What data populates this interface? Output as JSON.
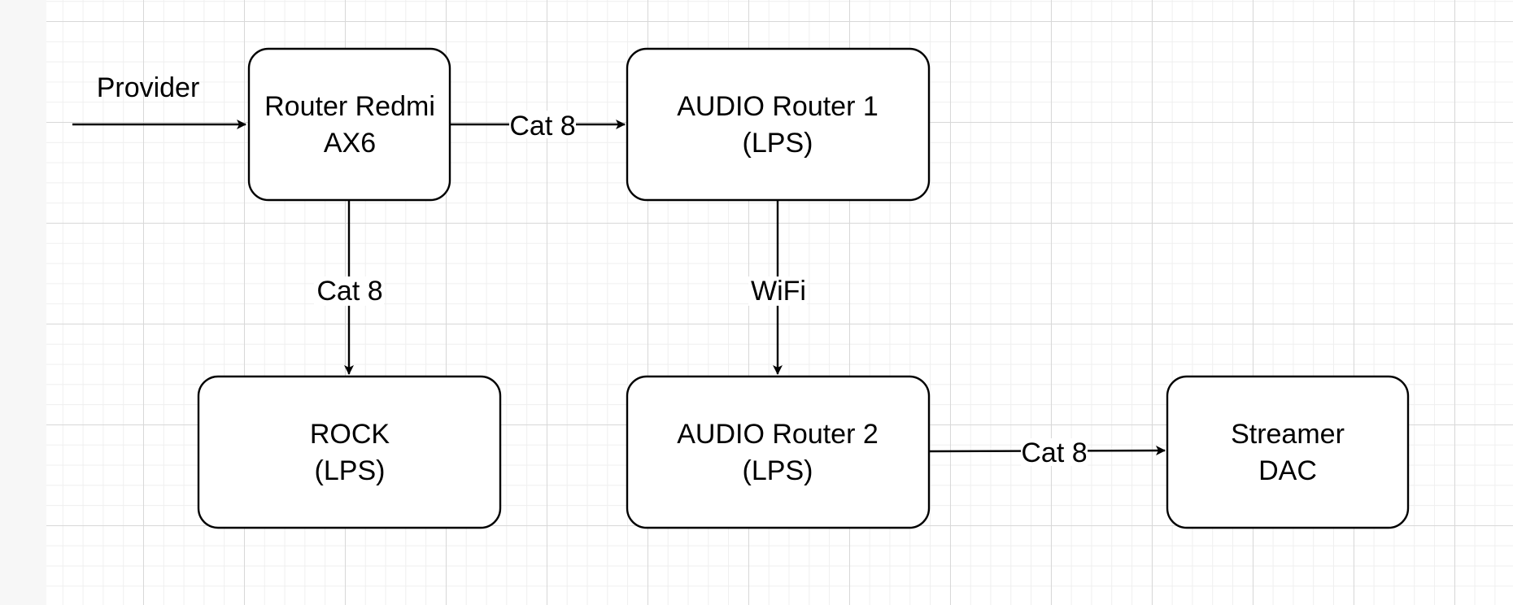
{
  "nodes": {
    "router_redmi": {
      "line1": "Router Redmi",
      "line2": "AX6"
    },
    "audio_router_1": {
      "line1": "AUDIO Router 1",
      "line2": "(LPS)"
    },
    "rock": {
      "line1": "ROCK",
      "line2": "(LPS)"
    },
    "audio_router_2": {
      "line1": "AUDIO Router 2",
      "line2": "(LPS)"
    },
    "streamer_dac": {
      "line1": "Streamer",
      "line2": "DAC"
    }
  },
  "edges": {
    "provider": "Provider",
    "redmi_to_audio1": "Cat 8",
    "redmi_to_rock": "Cat 8",
    "audio1_to_audio2": "WiFi",
    "audio2_to_streamer": "Cat 8"
  }
}
